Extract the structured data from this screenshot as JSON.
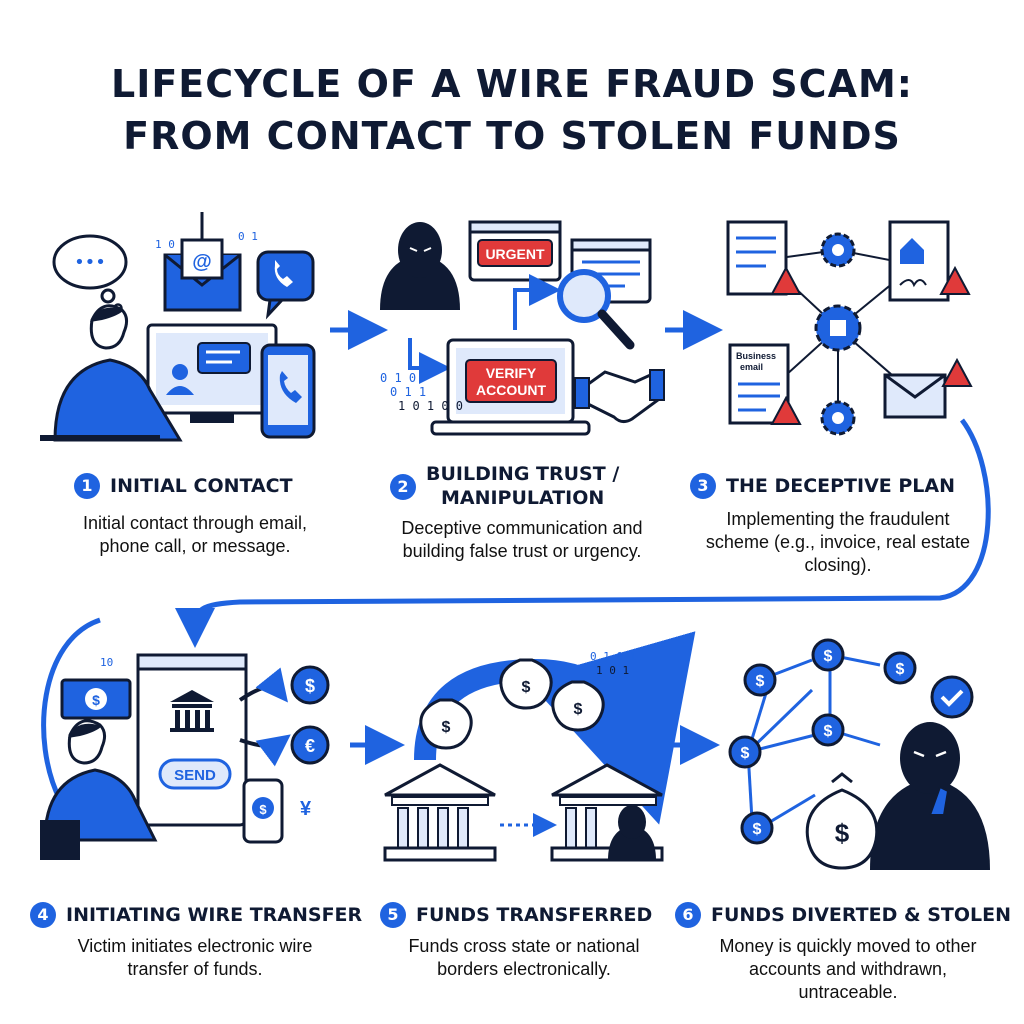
{
  "title": {
    "line1": "LIFECYCLE OF A WIRE FRAUD SCAM:",
    "line2": "FROM CONTACT TO STOLEN FUNDS"
  },
  "steps": [
    {
      "number": "1",
      "title": "INITIAL CONTACT",
      "description": "Initial contact through email, phone call, or message."
    },
    {
      "number": "2",
      "title_line1": "BUILDING TRUST /",
      "title_line2": "MANIPULATION",
      "description": "Deceptive communication and building false trust or urgency."
    },
    {
      "number": "3",
      "title": "THE DECEPTIVE PLAN",
      "description": "Implementing the fraudulent scheme (e.g., invoice, real estate closing)."
    },
    {
      "number": "4",
      "title": "INITIATING WIRE TRANSFER",
      "description": "Victim initiates electronic wire transfer of funds."
    },
    {
      "number": "5",
      "title": "FUNDS TRANSFERRED",
      "description": "Funds cross state or national borders electronically."
    },
    {
      "number": "6",
      "title": "FUNDS DIVERTED & STOLEN",
      "description": "Money is quickly moved to other accounts and withdrawn, untraceable."
    }
  ],
  "labels": {
    "urgent": "URGENT",
    "verify1": "VERIFY",
    "verify2": "ACCOUNT",
    "business1": "Business",
    "business2": "email",
    "send": "SEND",
    "at": "@",
    "dollar": "$",
    "euro": "€",
    "yen": "¥",
    "ellipsis": "•••",
    "bits_a": "0 1 0",
    "bits_b": "1 0 1 0 0"
  },
  "colors": {
    "accent": "#1f63e0",
    "dark": "#0f1a33",
    "danger": "#e03a3a"
  }
}
